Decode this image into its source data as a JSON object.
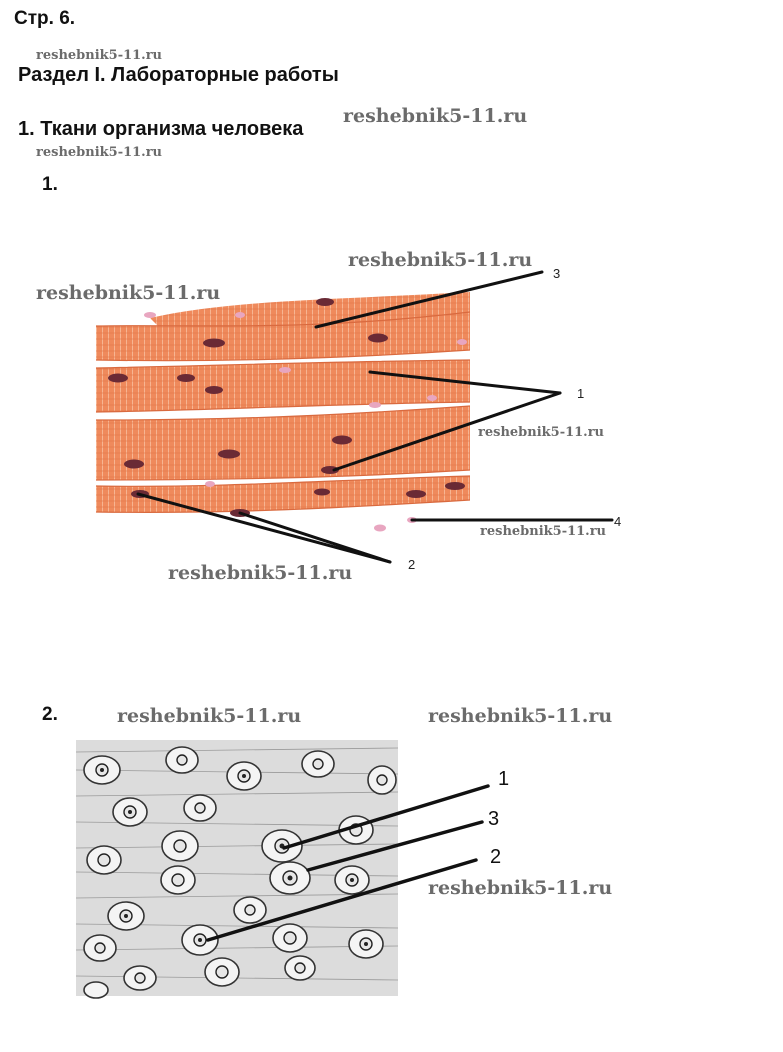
{
  "header": {
    "page_label": "Стр. 6."
  },
  "section_title": "Раздел I. Лабораторные работы",
  "topic_title": "1. Ткани организма человека",
  "watermark": "reshebnik5-11.ru",
  "figure1": {
    "number": "1.",
    "callouts": {
      "c1": "1",
      "c2": "2",
      "c3": "3",
      "c4": "4"
    }
  },
  "figure2": {
    "number": "2.",
    "callouts": {
      "c1": "1",
      "c2": "2",
      "c3": "3"
    }
  },
  "colors": {
    "fiber": "#ef8a5c",
    "fiber_dark": "#d96a3f",
    "nucleus": "#6a2a35",
    "cell_pink": "#e8a6c0",
    "micrograph_bg": "#d8d8d8"
  },
  "icons": [
    "muscle-tissue-illustration",
    "epithelium-micrograph"
  ]
}
